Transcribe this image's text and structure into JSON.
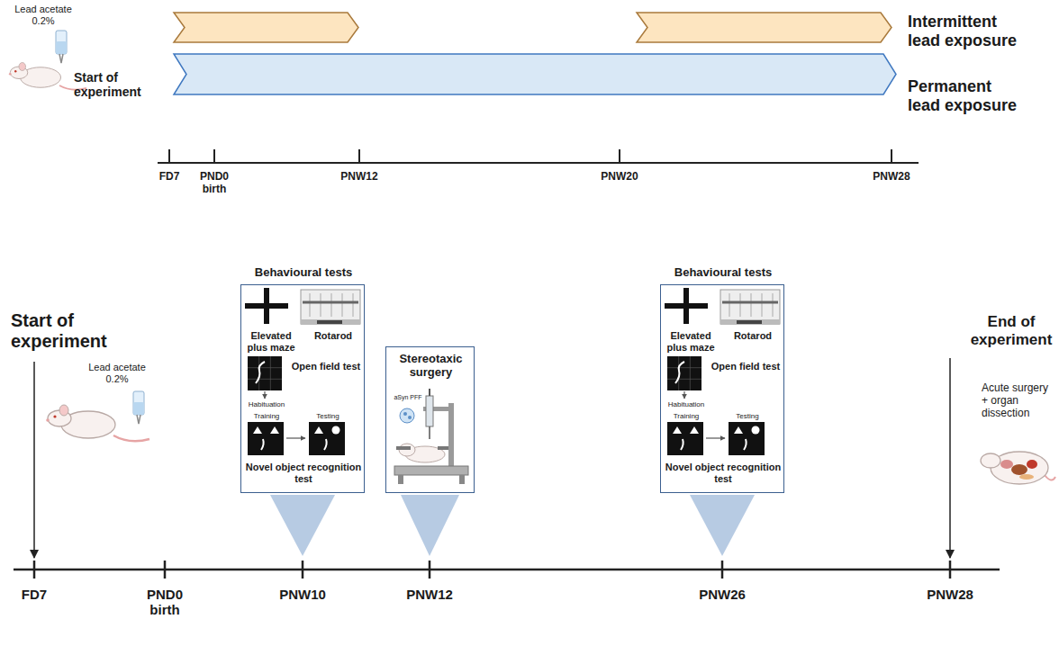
{
  "diagram": {
    "nodes": [
      {
        "text": [
          "Behavioural tests",
          "Elevated plus maze",
          "Rotarod",
          "Open field test",
          "Habituation",
          "Training",
          "Testing",
          "Novel object recognition test"
        ]
      },
      {
        "text": [
          "Stereotaxic surgery",
          "aSyn PFF"
        ]
      },
      {
        "text": [
          "Behavioural tests",
          "Elevated plus maze",
          "Rotarod",
          "Open field test",
          "Habituation",
          "Training",
          "Testing",
          "Novel object recognition test"
        ]
      }
    ],
    "labels": [
      "Lead acetate 0.2%",
      "Start of experiment",
      "Intermittent lead exposure",
      "Permanent lead exposure",
      "FD7",
      "PND0 birth",
      "PNW12",
      "PNW20",
      "PNW28",
      "Lead acetate 0.2%",
      "Start of experiment",
      "End of experiment",
      "Acute surgery + organ dissection",
      "FD7",
      "PND0 birth",
      "PNW10",
      "PNW12",
      "PNW26",
      "PNW28"
    ]
  }
}
